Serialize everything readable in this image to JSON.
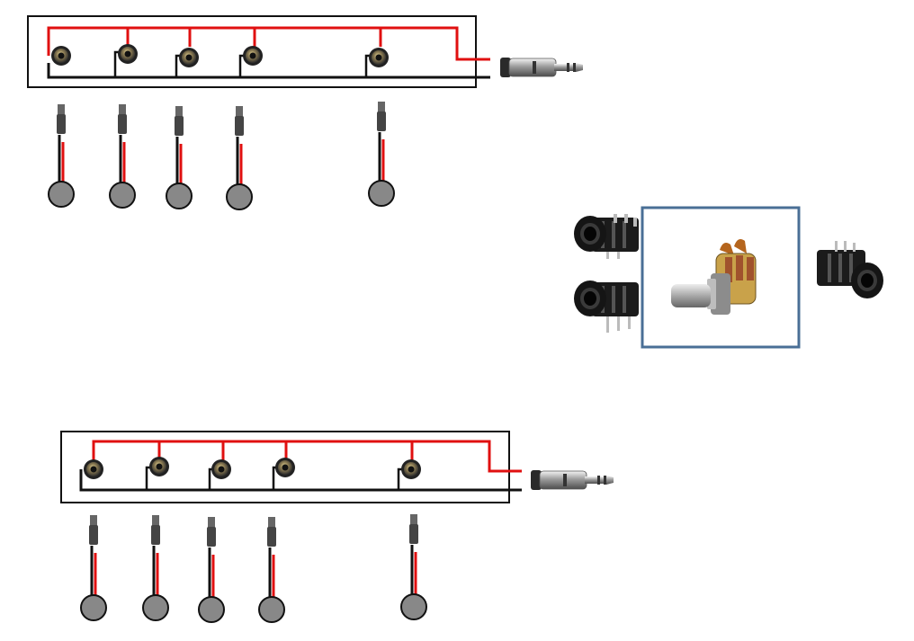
{
  "colors": {
    "wire_hot": "#e01010",
    "wire_ground": "#111111",
    "box_outline": "#111111",
    "parts_frame": "#4a6f96",
    "disc_fill": "#888888",
    "jack_body": "#1b1b1b",
    "pot_tab": "#b5651d"
  },
  "icons": {
    "panel_jack": "panel-jack-icon",
    "stereo_plug": "stereo-plug-icon",
    "piezo_pickup": "piezo-disc-icon",
    "potentiometer": "potentiometer-icon",
    "open_jack": "open-frame-jack-icon"
  },
  "diagrams": [
    {
      "id": "top",
      "jack_count": 5,
      "pickup_count": 5
    },
    {
      "id": "bottom",
      "jack_count": 5,
      "pickup_count": 5
    }
  ],
  "parts_panel": {
    "items": [
      "open-frame-jack",
      "open-frame-jack",
      "potentiometer",
      "open-frame-jack"
    ]
  }
}
